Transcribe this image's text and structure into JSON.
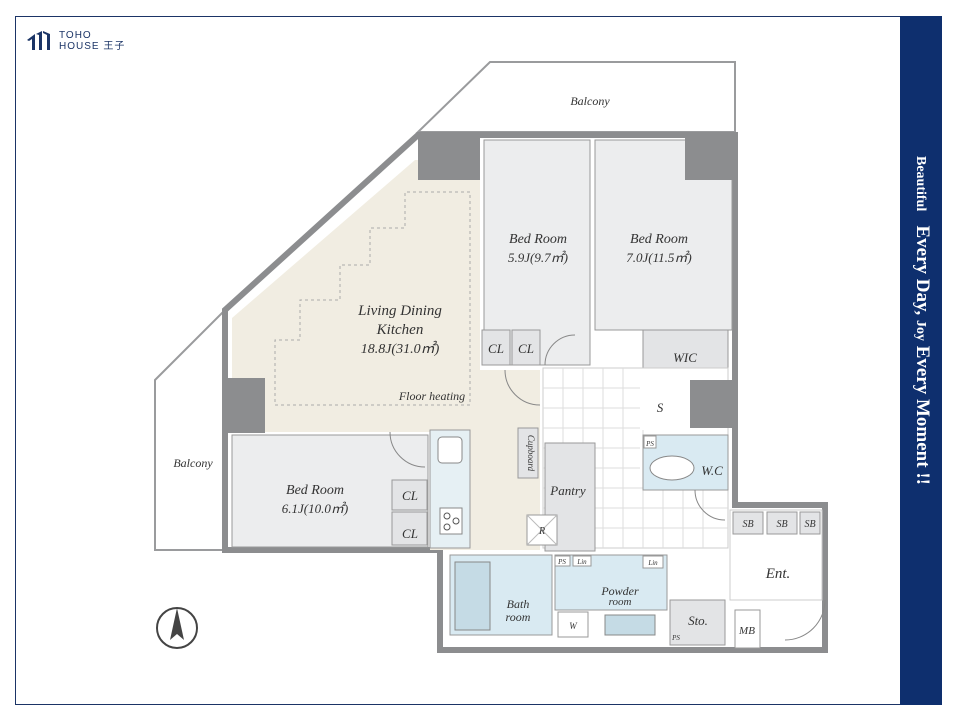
{
  "logo": {
    "line1": "TOHO",
    "line2": "HOUSE 王子"
  },
  "tagline": {
    "word1": "Beautiful",
    "part2": "Every Day,",
    "word3": "Joy",
    "part4": "Every Moment !!"
  },
  "rooms": {
    "balcony_top": "Balcony",
    "balcony_left": "Balcony",
    "ldk_name1": "Living Dining",
    "ldk_name2": "Kitchen",
    "ldk_size": "18.8J(31.0㎡)",
    "floor_heating": "Floor heating",
    "bed1_name": "Bed Room",
    "bed1_size": "5.9J(9.7㎡)",
    "bed2_name": "Bed Room",
    "bed2_size": "7.0J(11.5㎡)",
    "bed3_name": "Bed Room",
    "bed3_size": "6.1J(10.0㎡)",
    "cl": "CL",
    "wic": "WIC",
    "s": "S",
    "ps": "PS",
    "wc": "W.C",
    "cupboard": "Cupboard",
    "pantry": "Pantry",
    "r": "R",
    "lin": "Lin",
    "bath1": "Bath",
    "bath2": "room",
    "powder1": "Powder",
    "powder2": "room",
    "w": "W",
    "sto": "Sto.",
    "sb": "SB",
    "ent": "Ent.",
    "mb": "MB"
  },
  "colors": {
    "navy": "#0e2f6e",
    "wall": "#8c8d8f",
    "floor": "#f1ede2",
    "wet": "#d9eaf2"
  }
}
